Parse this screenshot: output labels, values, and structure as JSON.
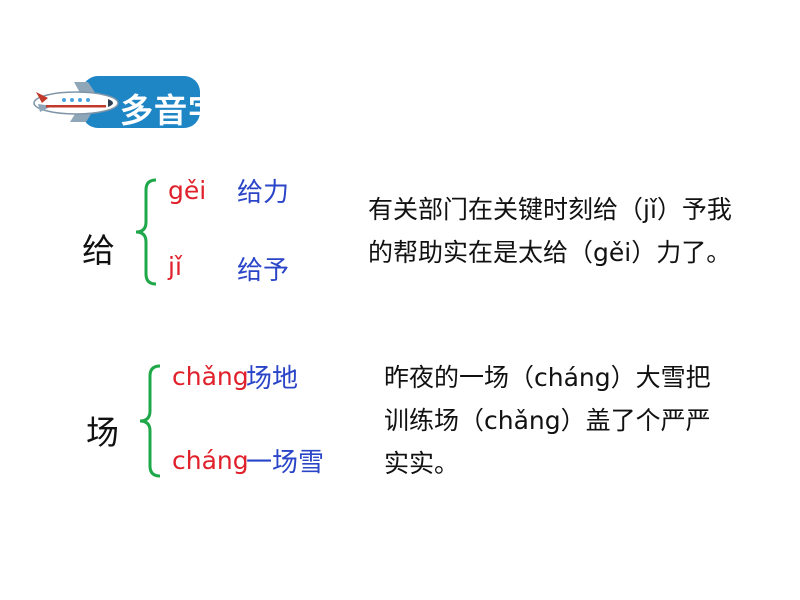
{
  "header": {
    "title": "多音字"
  },
  "colors": {
    "pinyin": "#e0202a",
    "word": "#2a45c8",
    "brace": "#1fa84a",
    "badge": "#1f86c6"
  },
  "entries": [
    {
      "char": "给",
      "readings": [
        {
          "pinyin": "gěi",
          "word": "给力"
        },
        {
          "pinyin": "jǐ",
          "word": "给予"
        }
      ],
      "sentence_lines": [
        "有关部门在关键时刻给（jǐ）予我",
        "的帮助实在是太给（gěi）力了。"
      ]
    },
    {
      "char": "场",
      "readings": [
        {
          "pinyin": "chǎng",
          "word": "场地"
        },
        {
          "pinyin": "cháng",
          "word": "一场雪"
        }
      ],
      "sentence_lines": [
        "昨夜的一场（cháng）大雪把",
        "训练场（chǎng）盖了个严严",
        "实实。"
      ]
    }
  ]
}
